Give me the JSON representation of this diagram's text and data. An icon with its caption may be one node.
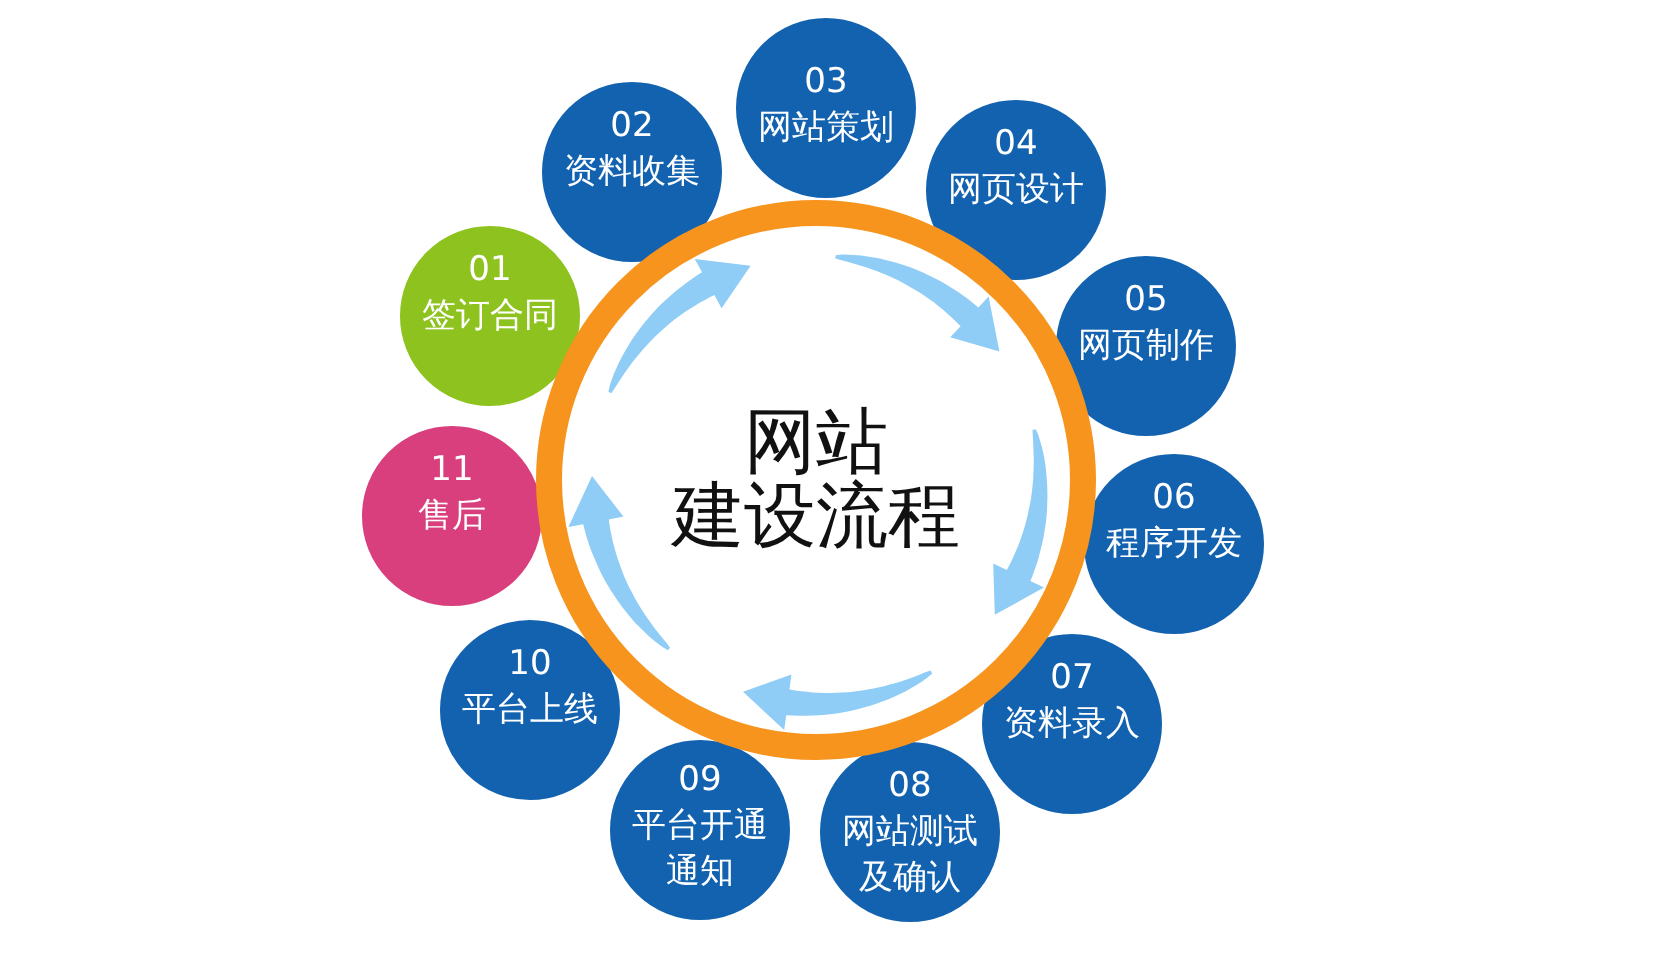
{
  "diagram": {
    "nodes": [
      {
        "text": [
          "网站建设流程"
        ]
      },
      {
        "text": [
          "01",
          "签订合同"
        ]
      },
      {
        "text": [
          "02",
          "资料收集"
        ]
      },
      {
        "text": [
          "03",
          "网站策划"
        ]
      },
      {
        "text": [
          "04",
          "网页设计"
        ]
      },
      {
        "text": [
          "05",
          "网页制作"
        ]
      },
      {
        "text": [
          "06",
          "程序开发"
        ]
      },
      {
        "text": [
          "07",
          "资料录入"
        ]
      },
      {
        "text": [
          "08",
          "网站测试及确认"
        ]
      },
      {
        "text": [
          "09",
          "平台开通通知"
        ]
      },
      {
        "text": [
          "10",
          "平台上线"
        ]
      },
      {
        "text": [
          "11",
          "售后"
        ]
      }
    ]
  }
}
